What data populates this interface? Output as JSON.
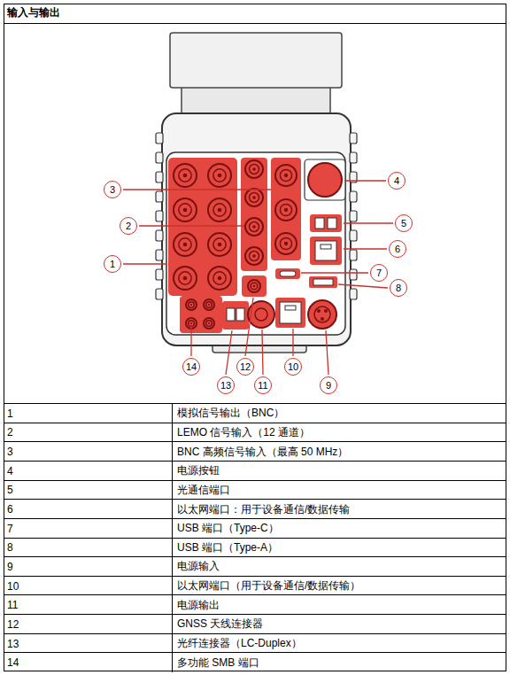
{
  "diagram": {
    "title": "输入与输出",
    "labels": [
      "1",
      "2",
      "3",
      "4",
      "5",
      "6",
      "7",
      "8",
      "9",
      "10",
      "11",
      "12",
      "13",
      "14",
      "1",
      "模拟信号输出（BNC）",
      "2",
      "LEMO 信号输入（12 通道）",
      "3",
      "BNC 高频信号输入（最高 50 MHz）",
      "4",
      "电源按钮",
      "5",
      "光通信端口",
      "6",
      "以太网端口：用于设备通信/数据传输",
      "7",
      "USB 端口（Type-C）",
      "8",
      "USB 端口（Type-A）",
      "9",
      "电源输入",
      "10",
      "以太网端口（用于设备通信/数据传输）",
      "11",
      "电源输出",
      "12",
      "GNSS 天线连接器",
      "13",
      "光纤连接器（LC-Duplex）",
      "14",
      "多功能 SMB 端口"
    ]
  }
}
